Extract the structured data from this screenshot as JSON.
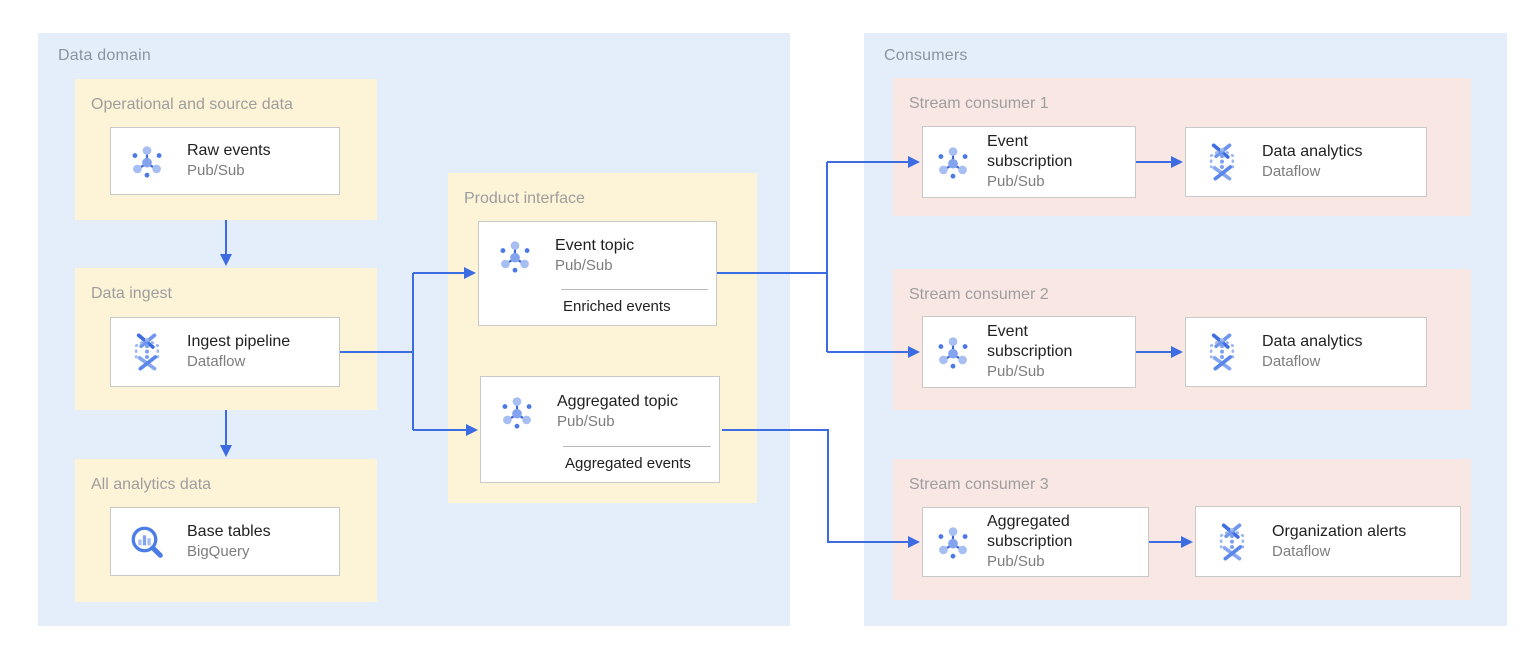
{
  "colors": {
    "panel_bg": "#e4eefa",
    "yellow_bg": "#fdf3d7",
    "pink_bg": "#f9e7e3",
    "card_border": "#c9c9c9",
    "connector": "#3d6ce2",
    "panel_label": "#8d939c",
    "group_label": "#9e9e9e",
    "title": "#212121",
    "subtitle": "#7d7d7d"
  },
  "panels": {
    "data_domain": {
      "label": "Data domain",
      "groups": {
        "operational": {
          "label": "Operational and source data",
          "card": {
            "icon": "pubsub",
            "title": "Raw events",
            "product": "Pub/Sub"
          }
        },
        "ingest": {
          "label": "Data ingest",
          "card": {
            "icon": "dataflow",
            "title": "Ingest pipeline",
            "product": "Dataflow"
          }
        },
        "analytics": {
          "label": "All analytics data",
          "card": {
            "icon": "bigquery",
            "title": "Base tables",
            "product": "BigQuery"
          }
        },
        "product_interface": {
          "label": "Product interface",
          "event_topic": {
            "icon": "pubsub",
            "title": "Event topic",
            "product": "Pub/Sub",
            "footer": "Enriched events"
          },
          "aggregated_topic": {
            "icon": "pubsub",
            "title": "Aggregated topic",
            "product": "Pub/Sub",
            "footer": "Aggregated events"
          }
        }
      }
    },
    "consumers": {
      "label": "Consumers",
      "groups": {
        "stream1": {
          "label": "Stream consumer 1",
          "subscription": {
            "icon": "pubsub",
            "title": "Event subscription",
            "product": "Pub/Sub"
          },
          "processor": {
            "icon": "dataflow",
            "title": "Data analytics",
            "product": "Dataflow"
          }
        },
        "stream2": {
          "label": "Stream consumer 2",
          "subscription": {
            "icon": "pubsub",
            "title": "Event subscription",
            "product": "Pub/Sub"
          },
          "processor": {
            "icon": "dataflow",
            "title": "Data analytics",
            "product": "Dataflow"
          }
        },
        "stream3": {
          "label": "Stream consumer 3",
          "subscription": {
            "icon": "pubsub",
            "title": "Aggregated subscription",
            "product": "Pub/Sub"
          },
          "processor": {
            "icon": "dataflow",
            "title": "Organization alerts",
            "product": "Dataflow"
          }
        }
      }
    }
  }
}
